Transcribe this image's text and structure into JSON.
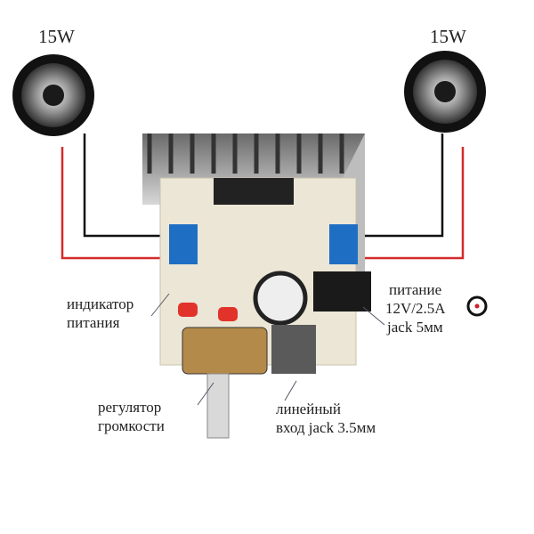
{
  "speakers": [
    {
      "power": "15W"
    },
    {
      "power": "15W"
    }
  ],
  "labels": {
    "power_indicator": [
      "индикатор",
      "питания"
    ],
    "power_input": [
      "питание",
      "12V/2.5A",
      "jack 5мм"
    ],
    "volume": [
      "регулятор",
      "громкости"
    ],
    "line_in": [
      "линейный",
      "вход jack 3.5мм"
    ]
  },
  "colors": {
    "wire_red": "#d42a2a",
    "wire_black": "#111111",
    "board": "#ece6d6",
    "dc_dot": "#d0202a"
  }
}
